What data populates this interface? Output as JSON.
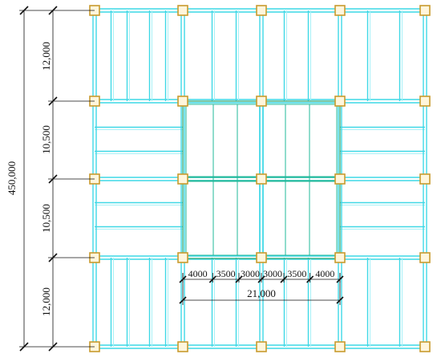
{
  "drawing": {
    "colors": {
      "beam": "#3fd8e6",
      "beam_inner": "#a8f1f7",
      "core": "#22b89a",
      "core_frame": "#2ea36b",
      "column": "#c89b2e",
      "dim": "#111111"
    },
    "vertical_dims": {
      "overall": "450,000",
      "segments": [
        "12,000",
        "10,500",
        "10,500",
        "12,000"
      ]
    },
    "core_dims": {
      "segments": [
        "4000",
        "3500",
        "3000",
        "3000",
        "3500",
        "4000"
      ],
      "total": "21,000"
    }
  }
}
